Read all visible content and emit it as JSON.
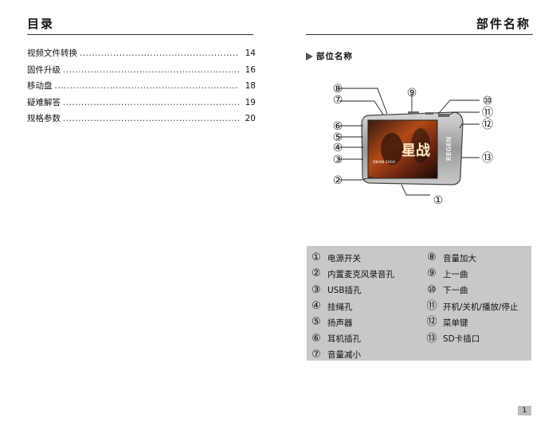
{
  "left_header": {
    "title": "目录"
  },
  "toc": [
    {
      "label": "视频文件转换",
      "page": "14"
    },
    {
      "label": "固件升级",
      "page": "16"
    },
    {
      "label": "移动盘",
      "page": "18"
    },
    {
      "label": "疑难解答",
      "page": "19"
    },
    {
      "label": "规格参数",
      "page": "20"
    }
  ],
  "right_header": {
    "title": "部件名称"
  },
  "section": {
    "title": "部位名称"
  },
  "device": {
    "brand": "REGEN",
    "screen_caption": "OKIAN SAGA",
    "screen_title": "星战",
    "callout_numbers": [
      "①",
      "②",
      "③",
      "④",
      "⑤",
      "⑥",
      "⑦",
      "⑧",
      "⑨",
      "⑩",
      "⑪",
      "⑫",
      "⑬"
    ]
  },
  "legend": {
    "left": [
      {
        "num": "①",
        "label": "电源开关"
      },
      {
        "num": "②",
        "label": "内置麦克风录音孔"
      },
      {
        "num": "③",
        "label": "USB插孔"
      },
      {
        "num": "④",
        "label": "挂绳孔"
      },
      {
        "num": "⑤",
        "label": "扬声器"
      },
      {
        "num": "⑥",
        "label": "耳机插孔"
      },
      {
        "num": "⑦",
        "label": "音量减小"
      }
    ],
    "right": [
      {
        "num": "⑧",
        "label": "音量加大"
      },
      {
        "num": "⑨",
        "label": "上一曲"
      },
      {
        "num": "⑩",
        "label": "下一曲"
      },
      {
        "num": "⑪",
        "label": "开机/关机/播放/停止"
      },
      {
        "num": "⑫",
        "label": "菜单键"
      },
      {
        "num": "⑬",
        "label": "SD卡插口"
      }
    ]
  },
  "page_number": "1"
}
